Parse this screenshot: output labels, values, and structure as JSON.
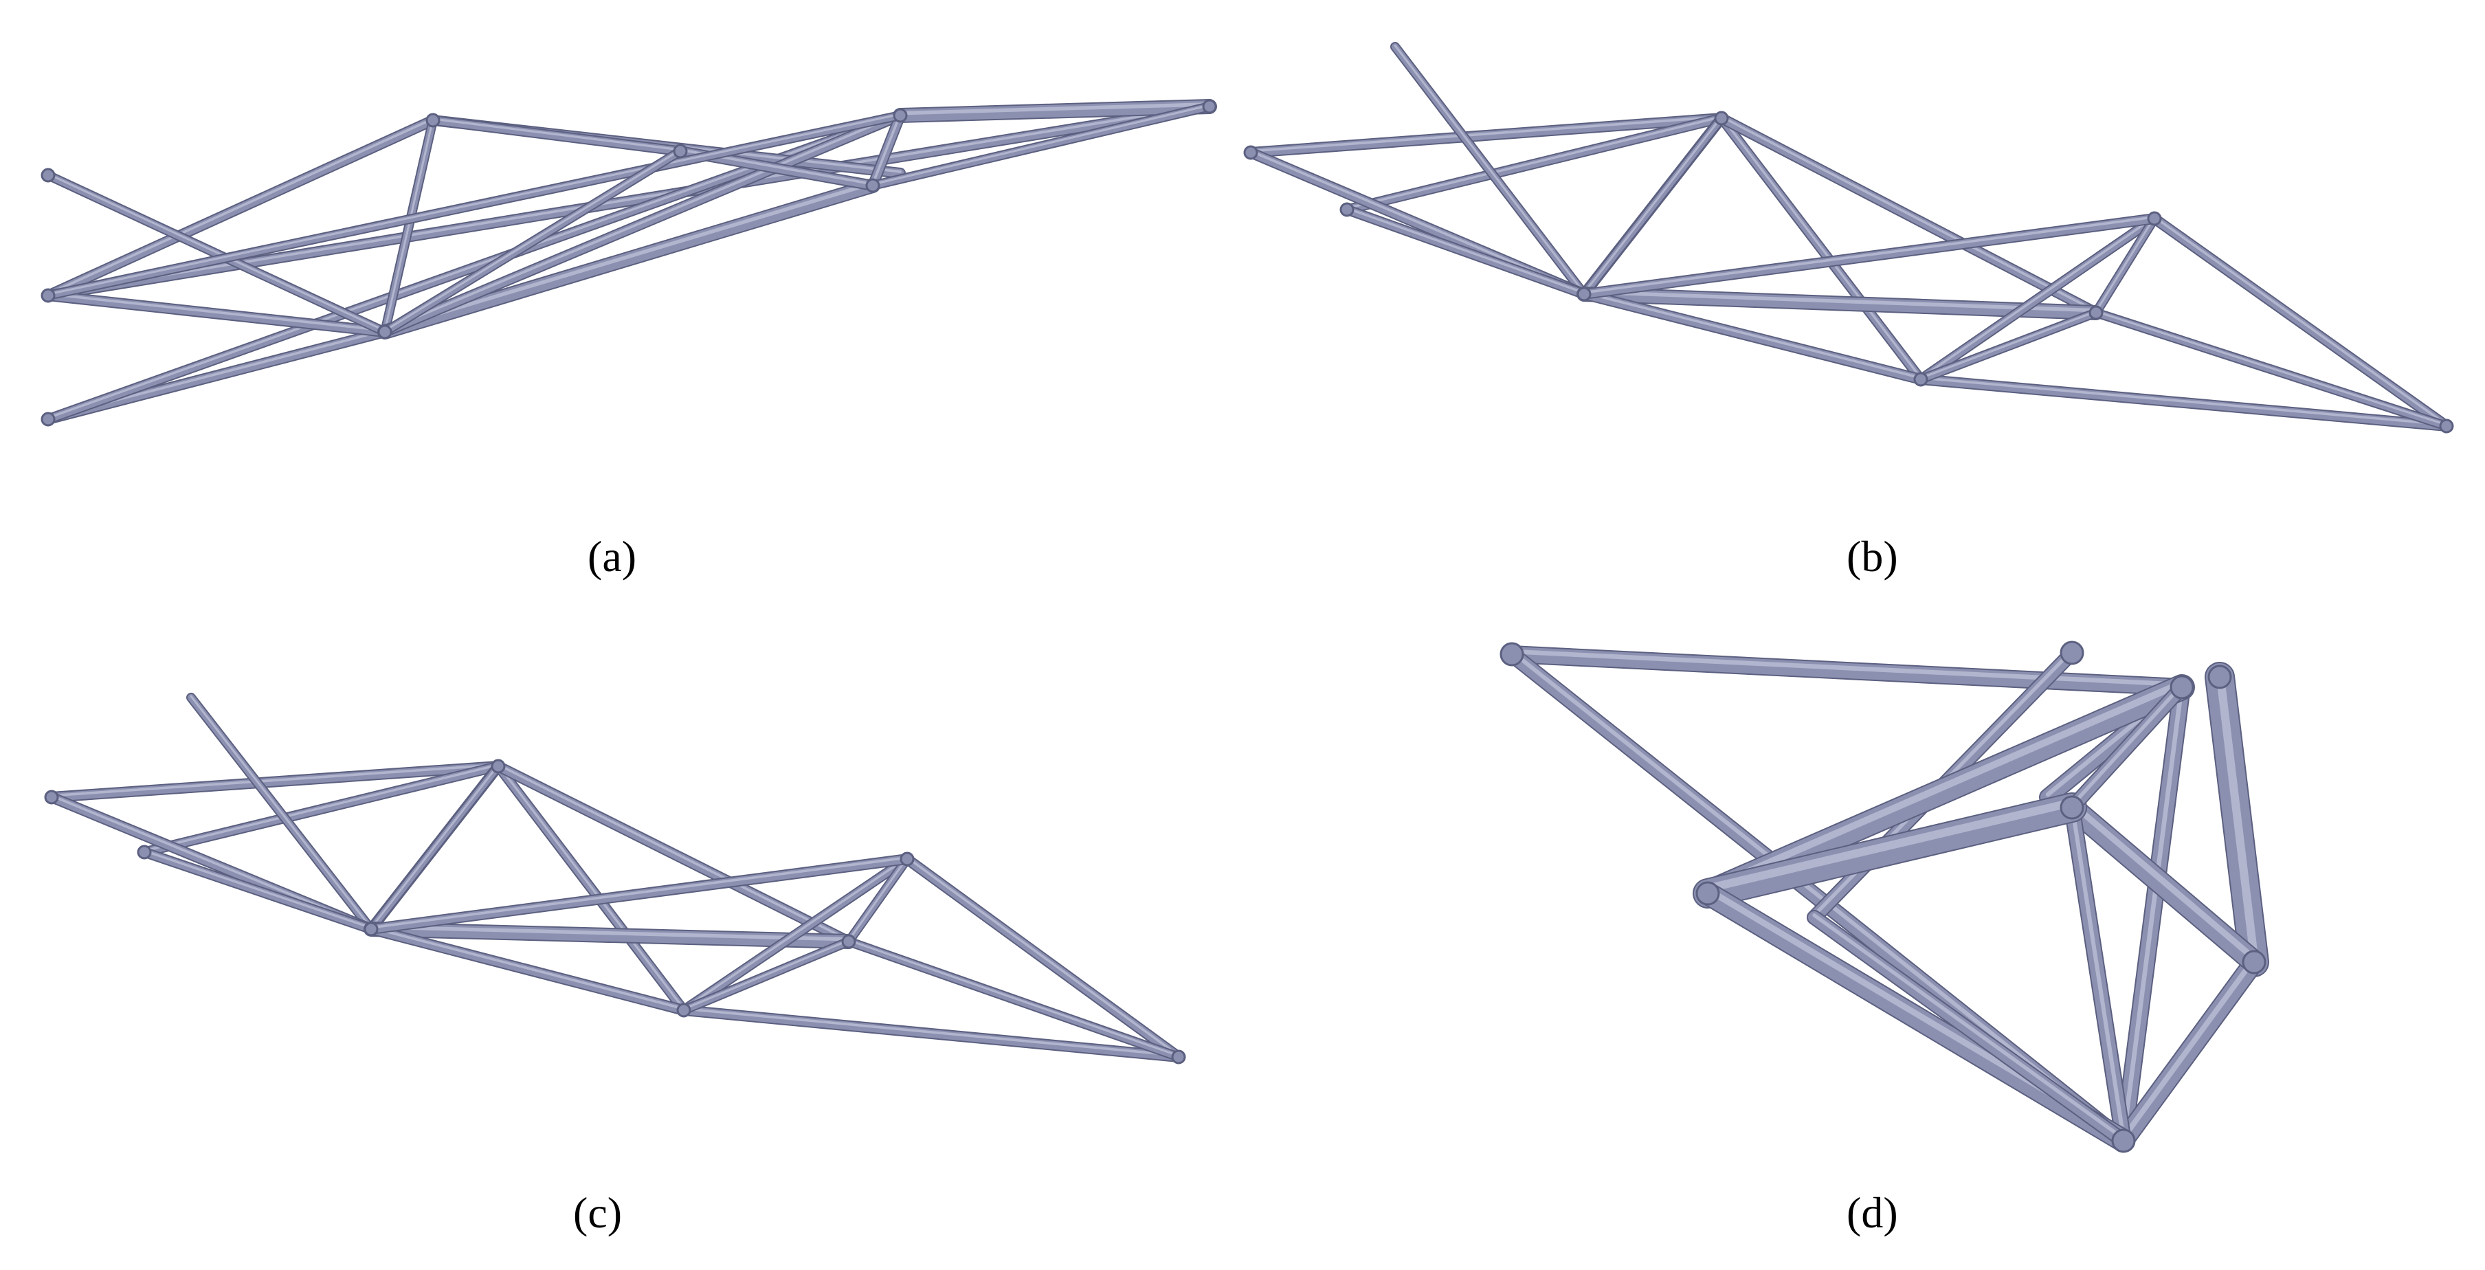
{
  "figure": {
    "panels": [
      {
        "id": "a",
        "caption": "(a)",
        "description_icon": "truss-structure-icon"
      },
      {
        "id": "b",
        "caption": "(b)",
        "description_icon": "truss-structure-icon"
      },
      {
        "id": "c",
        "caption": "(c)",
        "description_icon": "truss-structure-icon"
      },
      {
        "id": "d",
        "caption": "(d)",
        "description_icon": "truss-structure-icon"
      }
    ]
  },
  "colors": {
    "strut_fill": "#8c90b0",
    "strut_dark": "#5c6080",
    "strut_light": "#b8bcd4",
    "background": "#ffffff"
  }
}
